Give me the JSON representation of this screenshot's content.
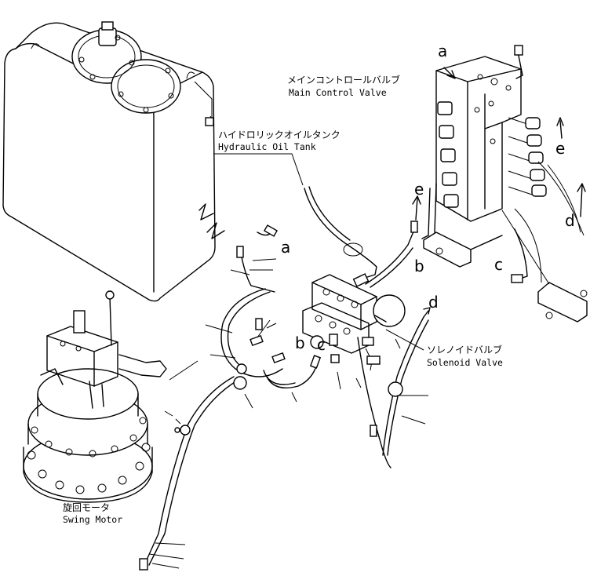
{
  "components": {
    "main_control_valve": {
      "jp": "メインコントロールバルブ",
      "en": "Main Control Valve"
    },
    "hydraulic_oil_tank": {
      "jp": "ハイドロリックオイルタンク",
      "en": "Hydraulic Oil Tank"
    },
    "solenoid_valve": {
      "jp": "ソレノイドバルブ",
      "en": "Solenoid Valve"
    },
    "swing_motor": {
      "jp": "旋回モータ",
      "en": "Swing Motor"
    }
  },
  "connection_labels": {
    "a": "a",
    "b": "b",
    "c": "c",
    "d": "d",
    "e": "e"
  }
}
